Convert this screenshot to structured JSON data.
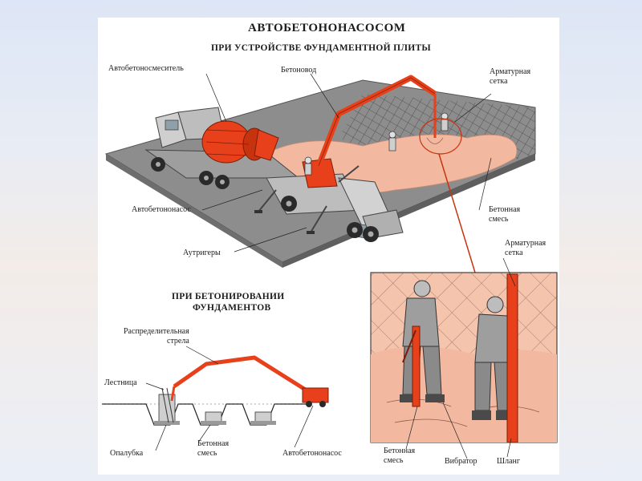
{
  "title": "АВТОБЕТОНОНАСОСОМ",
  "subtitle_top": "ПРИ УСТРОЙСТВЕ ФУНДАМЕНТНОЙ ПЛИТЫ",
  "subtitle_bottom_1": "ПРИ БЕТОНИРОВАНИИ",
  "subtitle_bottom_2": "ФУНДАМЕНТОВ",
  "labels": {
    "mixer_truck": "Автобетоносмеситель",
    "pipeline": "Бетоновод",
    "rebar_mesh_top_1": "Арматурная",
    "rebar_mesh_top_2": "сетка",
    "concrete_pump": "Автобетононасос",
    "outriggers": "Аутригеры",
    "concrete_mix_right_1": "Бетонная",
    "concrete_mix_right_2": "смесь",
    "rebar_mesh_mid_1": "Арматурная",
    "rebar_mesh_mid_2": "сетка",
    "distribution_boom_1": "Распределительная",
    "distribution_boom_2": "стрела",
    "ladder": "Лестница",
    "formwork": "Опалубка",
    "concrete_mix_bottom_1": "Бетонная",
    "concrete_mix_bottom_2": "смесь",
    "concrete_pump_bottom": "Автобетононасос",
    "concrete_mix_inset_1": "Бетонная",
    "concrete_mix_inset_2": "смесь",
    "vibrator": "Вибратор",
    "hose": "Шланг"
  },
  "colors": {
    "equipment_orange": "#e8401a",
    "concrete_pink": "#f2b9a0",
    "inset_bg": "#f4c4ad",
    "slab_grey": "#8f8f8f",
    "slab_dark": "#5a5a5a",
    "truck_grey": "#c9c9c9"
  }
}
